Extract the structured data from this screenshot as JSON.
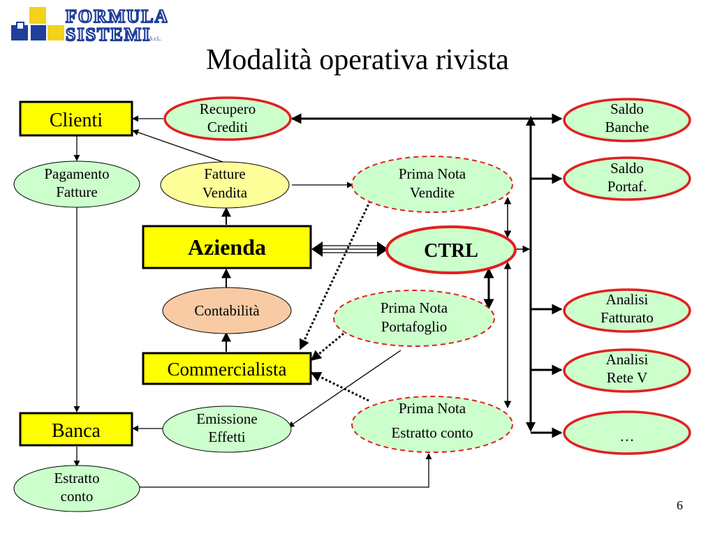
{
  "logo": {
    "line1": "FORMULA",
    "line2": "SISTEMI",
    "suffix": "S.r.L."
  },
  "title": "Modalità operativa rivista",
  "page_number": "6",
  "nodes": {
    "clienti": "Clienti",
    "azienda": "Azienda",
    "commercialista": "Commercialista",
    "banca": "Banca",
    "recupero_crediti": [
      "Recupero",
      "Crediti"
    ],
    "pagamento_fatture": [
      "Pagamento",
      "Fatture"
    ],
    "fatture_vendita": [
      "Fatture",
      "Vendita"
    ],
    "contabilita": "Contabilità",
    "emissione_effetti": [
      "Emissione",
      "Effetti"
    ],
    "estratto_conto": [
      "Estratto",
      "conto"
    ],
    "prima_nota_vendite": [
      "Prima Nota",
      "Vendite"
    ],
    "prima_nota_portafoglio": [
      "Prima Nota",
      "Portafoglio"
    ],
    "prima_nota_estratto_conto": [
      "Prima Nota",
      "Estratto conto"
    ],
    "ctrl": "CTRL",
    "saldo_banche": [
      "Saldo",
      "Banche"
    ],
    "saldo_portaf": [
      "Saldo",
      "Portaf."
    ],
    "analisi_fatturato": [
      "Analisi",
      "Fatturato"
    ],
    "analisi_rete": [
      "Analisi",
      "Rete V"
    ],
    "ellipsis": "…"
  },
  "colors": {
    "box_fill": "#ffff00",
    "green_fill": "#ccffcc",
    "yellow_fill": "#ffff99",
    "orange_fill": "#f8cba4",
    "red_border": "#e02020",
    "logo_blue": "#1f3f9a",
    "logo_yellow": "#f2d21a"
  }
}
